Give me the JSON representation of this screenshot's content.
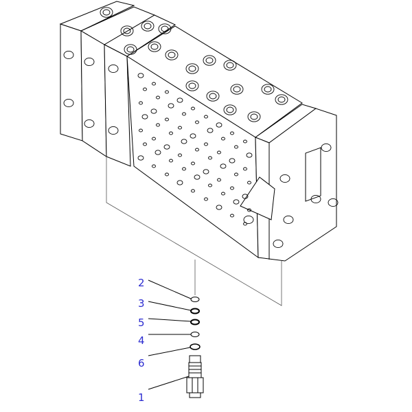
{
  "diagram": {
    "callouts": [
      {
        "number": "2",
        "part": "o-ring"
      },
      {
        "number": "3",
        "part": "backup-ring"
      },
      {
        "number": "5",
        "part": "backup-ring"
      },
      {
        "number": "4",
        "part": "o-ring"
      },
      {
        "number": "6",
        "part": "o-ring"
      },
      {
        "number": "1",
        "part": "valve-cartridge"
      }
    ],
    "label_color": "#2b2bd0"
  }
}
